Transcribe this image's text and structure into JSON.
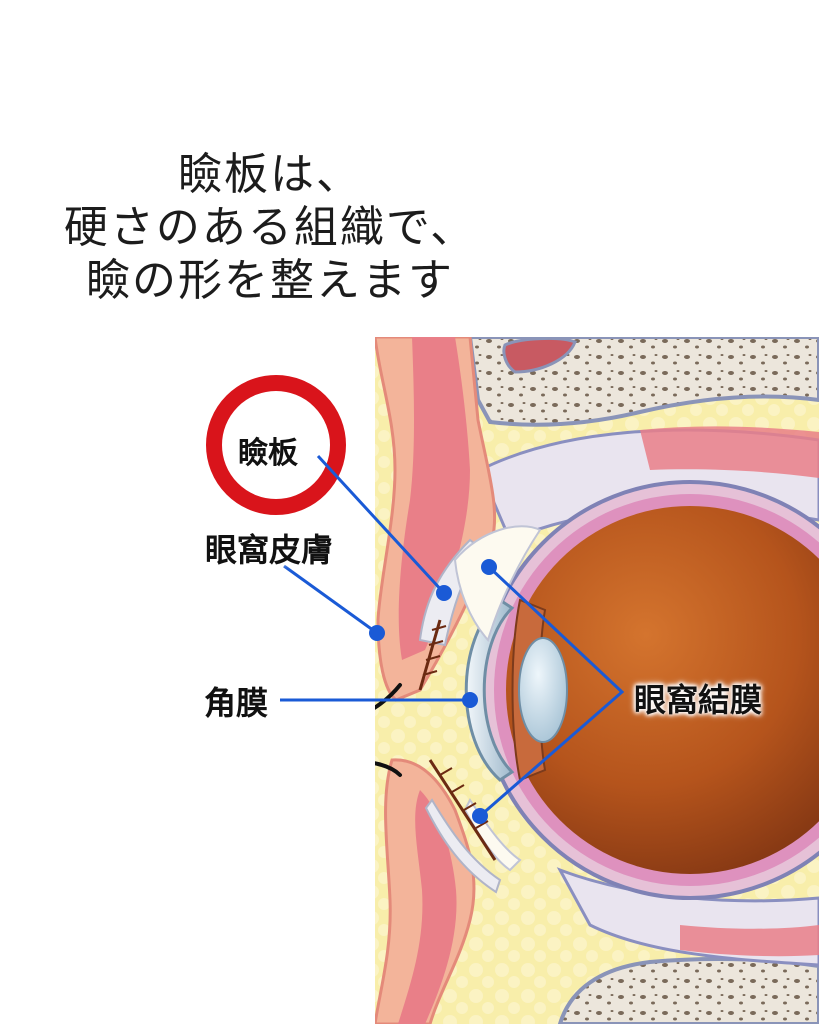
{
  "headline": {
    "line1": "瞼板は、",
    "line2": "硬さのある組織で、",
    "line3": "瞼の形を整えます"
  },
  "labels": {
    "tarsus": "瞼板",
    "orbital_skin": "眼窩皮膚",
    "cornea": "角膜",
    "orbital_conjunctiva": "眼窩結膜"
  },
  "colors": {
    "highlight_ring": "#d9141b",
    "leader_line": "#1a5ad6",
    "eyeball": "#b5541c",
    "fat": "#f8eeaa",
    "muscle": "#e97f88",
    "skin": "#f3b49a",
    "bone": "#eae5dc"
  }
}
